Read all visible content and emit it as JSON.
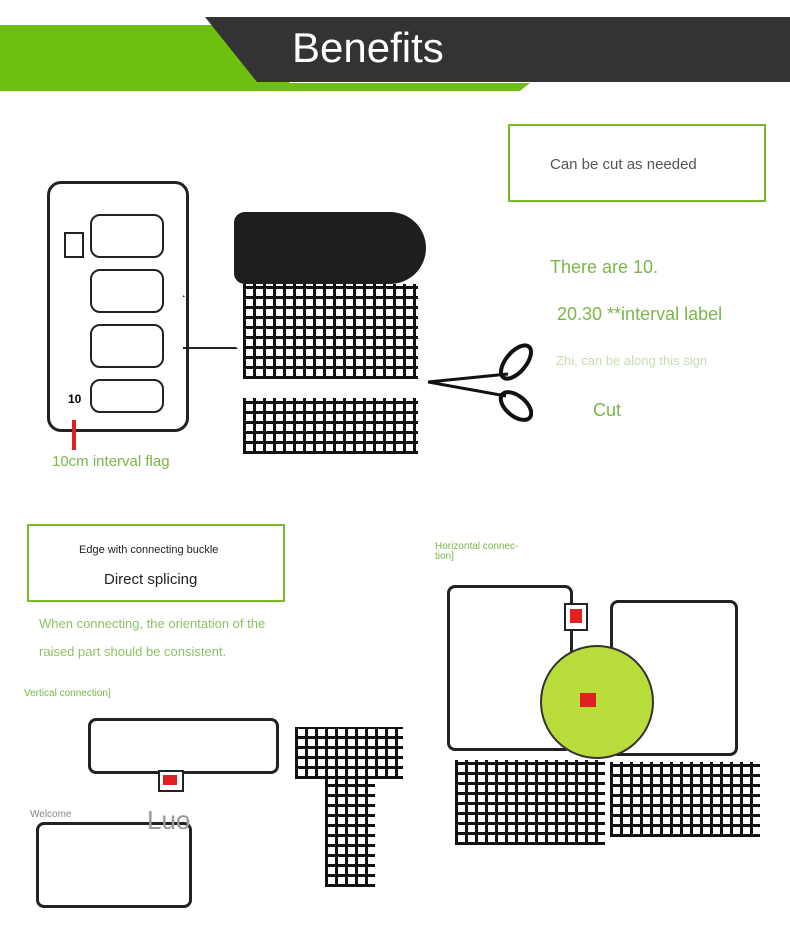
{
  "header": {
    "title": "Benefits"
  },
  "cut_section": {
    "box_label": "Can be cut as needed",
    "lines": [
      "There are 10.",
      "20.30 **interval label",
      "Zhi, can be along this sign",
      "Cut"
    ],
    "flag_caption": "10cm interval flag",
    "flag_number": "10"
  },
  "splice_section": {
    "box_small": "Edge with connecting buckle",
    "box_large": "Direct splicing",
    "note_line1": "When connecting, the orientation of the",
    "note_line2": "raised part should be consistent.",
    "vertical_label": "Vertical connection]",
    "horizontal_label_line1": "Horizontal connec-",
    "horizontal_label_line2": "tion]",
    "watermark_small": "Welcome",
    "watermark_large": "Luo"
  },
  "colors": {
    "accent_green": "#6fbf0f",
    "header_dark": "#333333",
    "text_green": "#7ab648",
    "marker_red": "#e02020"
  }
}
